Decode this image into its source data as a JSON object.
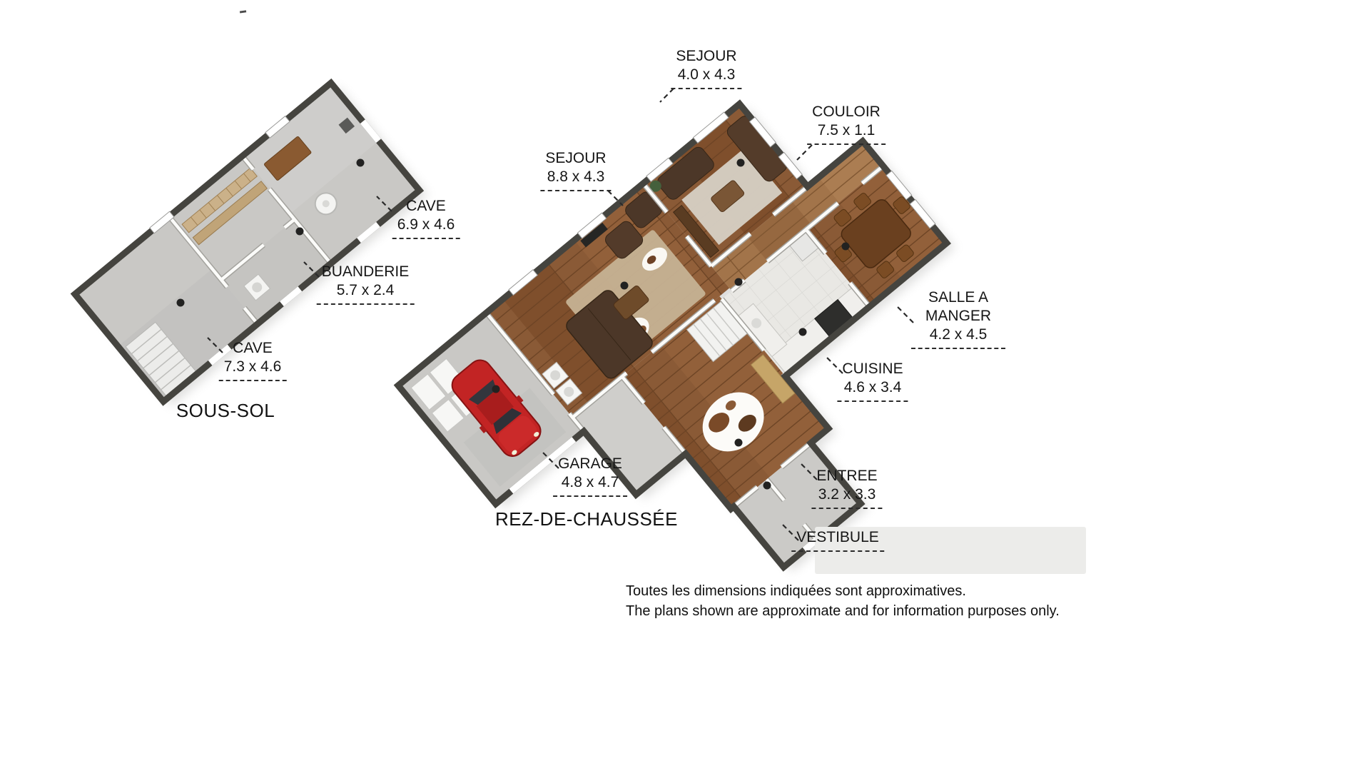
{
  "floors": {
    "basement": {
      "title": "SOUS-SOL",
      "rooms": [
        {
          "name": "CAVE",
          "dims": "6.9 x 4.6"
        },
        {
          "name": "BUANDERIE",
          "dims": "5.7 x 2.4"
        },
        {
          "name": "CAVE",
          "dims": "7.3 x 4.6"
        }
      ]
    },
    "ground": {
      "title": "REZ-DE-CHAUSSÉE",
      "rooms": [
        {
          "name": "SEJOUR",
          "dims": "4.0 x 4.3"
        },
        {
          "name": "COULOIR",
          "dims": "7.5 x 1.1"
        },
        {
          "name": "SEJOUR",
          "dims": "8.8 x 4.3"
        },
        {
          "name": "SALLE A MANGER",
          "dims": "4.2 x 4.5"
        },
        {
          "name": "CUISINE",
          "dims": "4.6 x 3.4"
        },
        {
          "name": "GARAGE",
          "dims": "4.8 x 4.7"
        },
        {
          "name": "ENTREE",
          "dims": "3.2 x 3.3"
        },
        {
          "name": "VESTIBULE",
          "dims": ""
        }
      ]
    }
  },
  "disclaimer": {
    "line1": "Toutes les dimensions indiquées sont approximatives.",
    "line2": "The plans shown are approximate and for information purposes only."
  },
  "colors": {
    "wall_dark": "#45443f",
    "interior_wall": "#fbfbf9",
    "wood": "#8a5a36",
    "wood_light": "#a87a4a",
    "concrete": "#c9c8c5",
    "tile": "#e9e8e4",
    "car_red": "#c22424",
    "label_text": "#161616"
  }
}
